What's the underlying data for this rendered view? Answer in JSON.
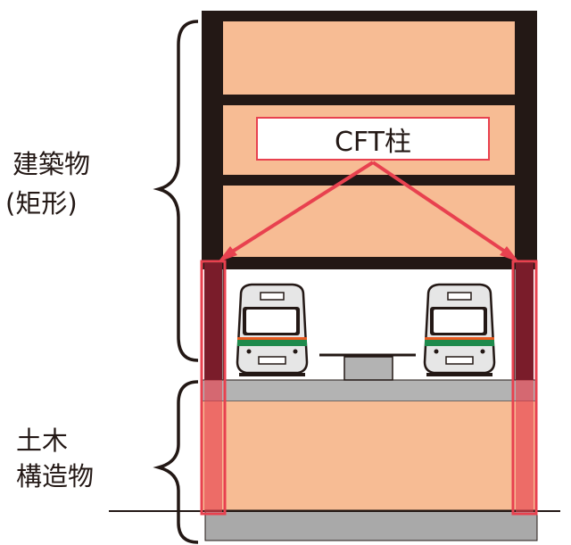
{
  "labels": {
    "building": "建築物",
    "building_shape": "(矩形)",
    "civil_line1": "土木",
    "civil_line2": "構造物",
    "cft_column": "CFT柱"
  },
  "colors": {
    "floor_fill": "#f7bc94",
    "frame": "#231815",
    "platform": "#b3b3b3",
    "foundation": "#a9a9a9",
    "highlight": "#e8414f",
    "train_stripe_green": "#1e8a4c",
    "train_stripe_orange": "#e8591f"
  },
  "icons": [
    "left-brace-icon",
    "train-front-icon",
    "arrow-icon"
  ]
}
